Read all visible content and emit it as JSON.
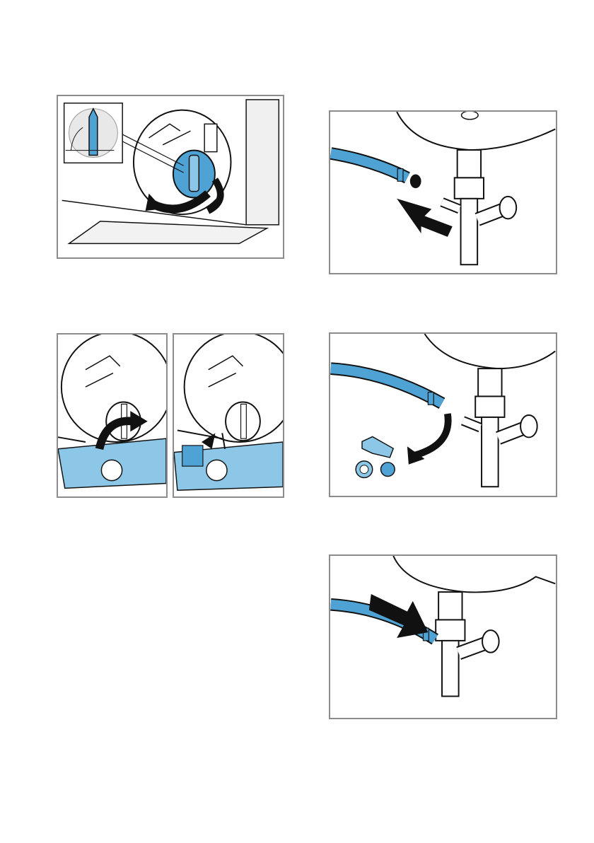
{
  "page": {
    "background": "#ffffff"
  },
  "colors": {
    "accent_blue": "#4fa3d4",
    "accent_blue_light": "#8cc7e8",
    "frame": "#8c8c8c",
    "line": "#111111",
    "surface_gray": "#f2f2f2"
  },
  "figures": [
    {
      "id": "filter-cap-turn",
      "icon": "turn-knob-arrows"
    },
    {
      "id": "hose-to-trap",
      "icon": "push-arrow"
    },
    {
      "id": "open-lid-step-1",
      "icon": "flip-arrow",
      "callout": ""
    },
    {
      "id": "open-lid-step-2",
      "icon": "push-arrow",
      "callout": ""
    },
    {
      "id": "hose-with-parts",
      "icon": "curved-arrow"
    },
    {
      "id": "hose-attach-final",
      "icon": "push-arrow"
    }
  ]
}
